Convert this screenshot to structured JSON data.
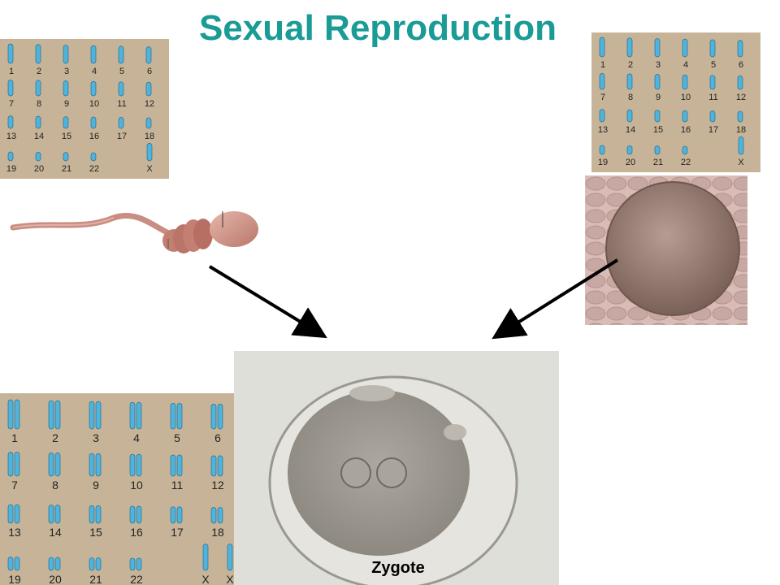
{
  "slide": {
    "title": "Sexual Reproduction",
    "zygote_label": "Zygote"
  },
  "karyotypes": {
    "sperm": {
      "labels": [
        "1",
        "2",
        "3",
        "4",
        "5",
        "6",
        "7",
        "8",
        "9",
        "10",
        "11",
        "12",
        "13",
        "14",
        "15",
        "16",
        "17",
        "18",
        "19",
        "20",
        "21",
        "22",
        "X"
      ],
      "copies": 1
    },
    "egg": {
      "labels": [
        "1",
        "2",
        "3",
        "4",
        "5",
        "6",
        "7",
        "8",
        "9",
        "10",
        "11",
        "12",
        "13",
        "14",
        "15",
        "16",
        "17",
        "18",
        "19",
        "20",
        "21",
        "22",
        "X"
      ],
      "copies": 1
    },
    "zygote": {
      "labels": [
        "1",
        "2",
        "3",
        "4",
        "5",
        "6",
        "7",
        "8",
        "9",
        "10",
        "11",
        "12",
        "13",
        "14",
        "15",
        "16",
        "17",
        "18",
        "19",
        "20",
        "21",
        "22",
        "X",
        "X"
      ],
      "copies": 2
    }
  },
  "colors": {
    "title": "#1a9b95",
    "karyotype_bg": "#c7b498",
    "chromosome": "#4fb3dc",
    "arrow": "#000000"
  },
  "icons": {
    "sperm": "sperm-cell-image",
    "egg": "egg-cell-image",
    "zygote": "zygote-cell-image"
  }
}
